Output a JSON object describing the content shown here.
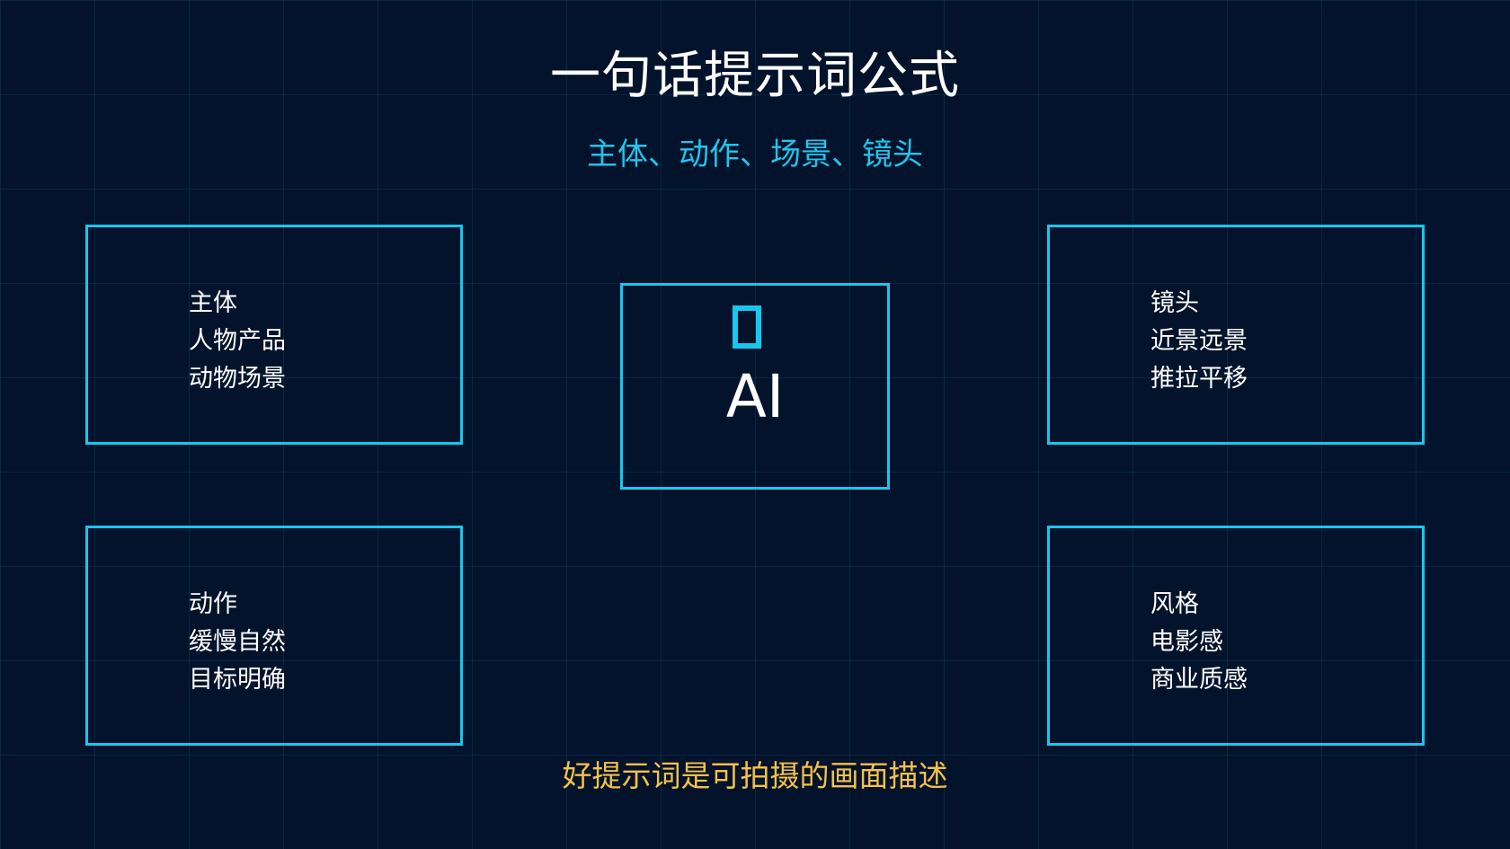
{
  "title": "一句话提示词公式",
  "subtitle": "主体、动作、场景、镜头",
  "center": {
    "icon": "box-glyph-icon",
    "label": "AI"
  },
  "boxes": {
    "subject": {
      "lines": [
        "主体",
        "人物产品",
        "动物场景"
      ]
    },
    "camera": {
      "lines": [
        "镜头",
        "近景远景",
        "推拉平移"
      ]
    },
    "action": {
      "lines": [
        "动作",
        "缓慢自然",
        "目标明确"
      ]
    },
    "style": {
      "lines": [
        "风格",
        "电影感",
        "商业质感"
      ]
    }
  },
  "footer": "好提示词是可拍摄的画面描述",
  "colors": {
    "background": "#03132b",
    "accent_cyan": "#15c8f0",
    "subtitle_cyan": "#21c4ec",
    "footer_gold": "#f3c14a",
    "text_white": "#ffffff"
  }
}
